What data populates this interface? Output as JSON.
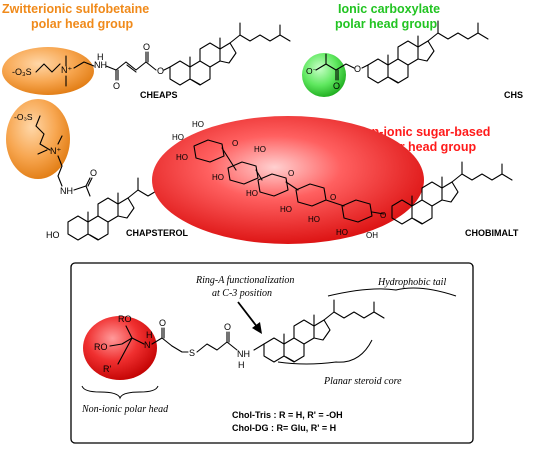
{
  "colors": {
    "zwitterion": "#f39a3c",
    "zwitterion_text": "#f08a1a",
    "carboxylate": "#33d633",
    "carboxylate_text": "#22c422",
    "sugar": "#e8141a",
    "sugar_text": "#ff1a1a",
    "polar_head_red": "#e8141a",
    "box_border": "#000000"
  },
  "headings": {
    "zwitterionic_l1": "Zwitterionic sulfobetaine",
    "zwitterionic_l2": "polar head group",
    "ionic_l1": "Ionic carboxylate",
    "ionic_l2": "polar head group",
    "nonionic_l1": "Non-ionic sugar-based",
    "nonionic_l2": "polar head group"
  },
  "compounds": {
    "cheaps": "CHEAPS",
    "chs": "CHS",
    "chapsterol": "CHAPSTEROL",
    "chobimalt": "CHOBIMALT"
  },
  "atoms": {
    "so3_minus": "-O₃S",
    "n_plus": "N⁺",
    "nh": "NH",
    "h": "H",
    "n": "N",
    "o": "O",
    "ho": "HO",
    "oh": "OH",
    "o_minus": "O⁻",
    "s": "S",
    "ro": "RO",
    "r_prime": "R'"
  },
  "annotations": {
    "ring_a_l1": "Ring-A functionalization",
    "ring_a_l2": "at C-3 position",
    "hydrophobic_tail": "Hydrophobic tail",
    "planar_core": "Planar steroid core",
    "nonionic_head": "Non-ionic polar head"
  },
  "definitions": {
    "chol_tris": "Chol-Tris : R = H, R' = -OH",
    "chol_dg": "Chol-DG : R= Glu, R' = H"
  }
}
